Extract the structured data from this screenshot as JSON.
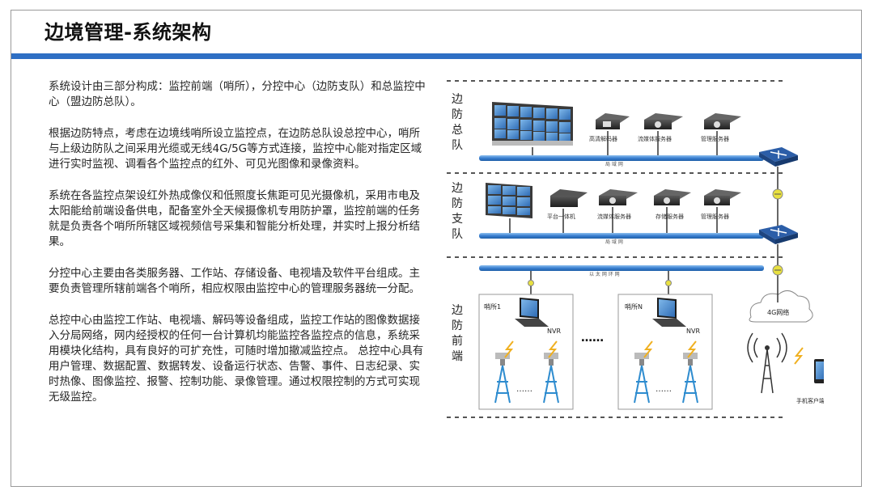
{
  "title": "边境管理-系统架构",
  "paragraphs": [
    "系统设计由三部分构成：监控前端（哨所），分控中心（边防支队）和总监控中心（盟边防总队）。",
    "根据边防特点，考虑在边境线哨所设立监控点，在边防总队设总控中心，哨所与上级边防队之间采用光缆或无线4G/5G等方式连接，监控中心能对指定区域进行实时监视、调看各个监控点的红外、可见光图像和录像资料。",
    "系统在各监控点架设红外热成像仪和低照度长焦距可见光摄像机，采用市电及太阳能给前端设备供电，配备室外全天候摄像机专用防护罩，监控前端的任务就是负责各个哨所所辖区域视频信号采集和智能分析处理，并实时上报分析结果。",
    "分控中心主要由各类服务器、工作站、存储设备、电视墙及软件平台组成。主要负责管理所辖前端各个哨所，相应权限由监控中心的管理服务器统一分配。",
    "总控中心由监控工作站、电视墙、解码等设备组成，监控工作站的图像数据接入分局网络，网内经授权的任何一台计算机均能监控各监控点的信息，系统采用模块化结构，具有良好的可扩充性，可随时增加撤减监控点。 总控中心具有用户管理、数据配置、数据转发、设备运行状态、告警、事件、日志纪录、实时热像、图像监控、报警、控制功能、录像管理。通过权限控制的方式可实现无级监控。"
  ],
  "diagram": {
    "sections": [
      "边防总队",
      "边防支队",
      "边防前端"
    ],
    "hq_devices": [
      "高清解码器",
      "流媒体服务器",
      "管理服务器"
    ],
    "hq_net": "局 域 网",
    "branch_devices": [
      "平台一体机",
      "流媒体服务器",
      "存储服务器",
      "管理服务器"
    ],
    "branch_net": "局 域 网",
    "frontend_net": "以 太 网 环 网",
    "post1": "哨所1",
    "postN": "哨所N",
    "nvr": "NVR",
    "dots": "……",
    "network_4g": "4G网络",
    "mobile": "手机客户端",
    "colors": {
      "accent": "#2e6fc4",
      "bus": "#3a7fd0"
    }
  }
}
